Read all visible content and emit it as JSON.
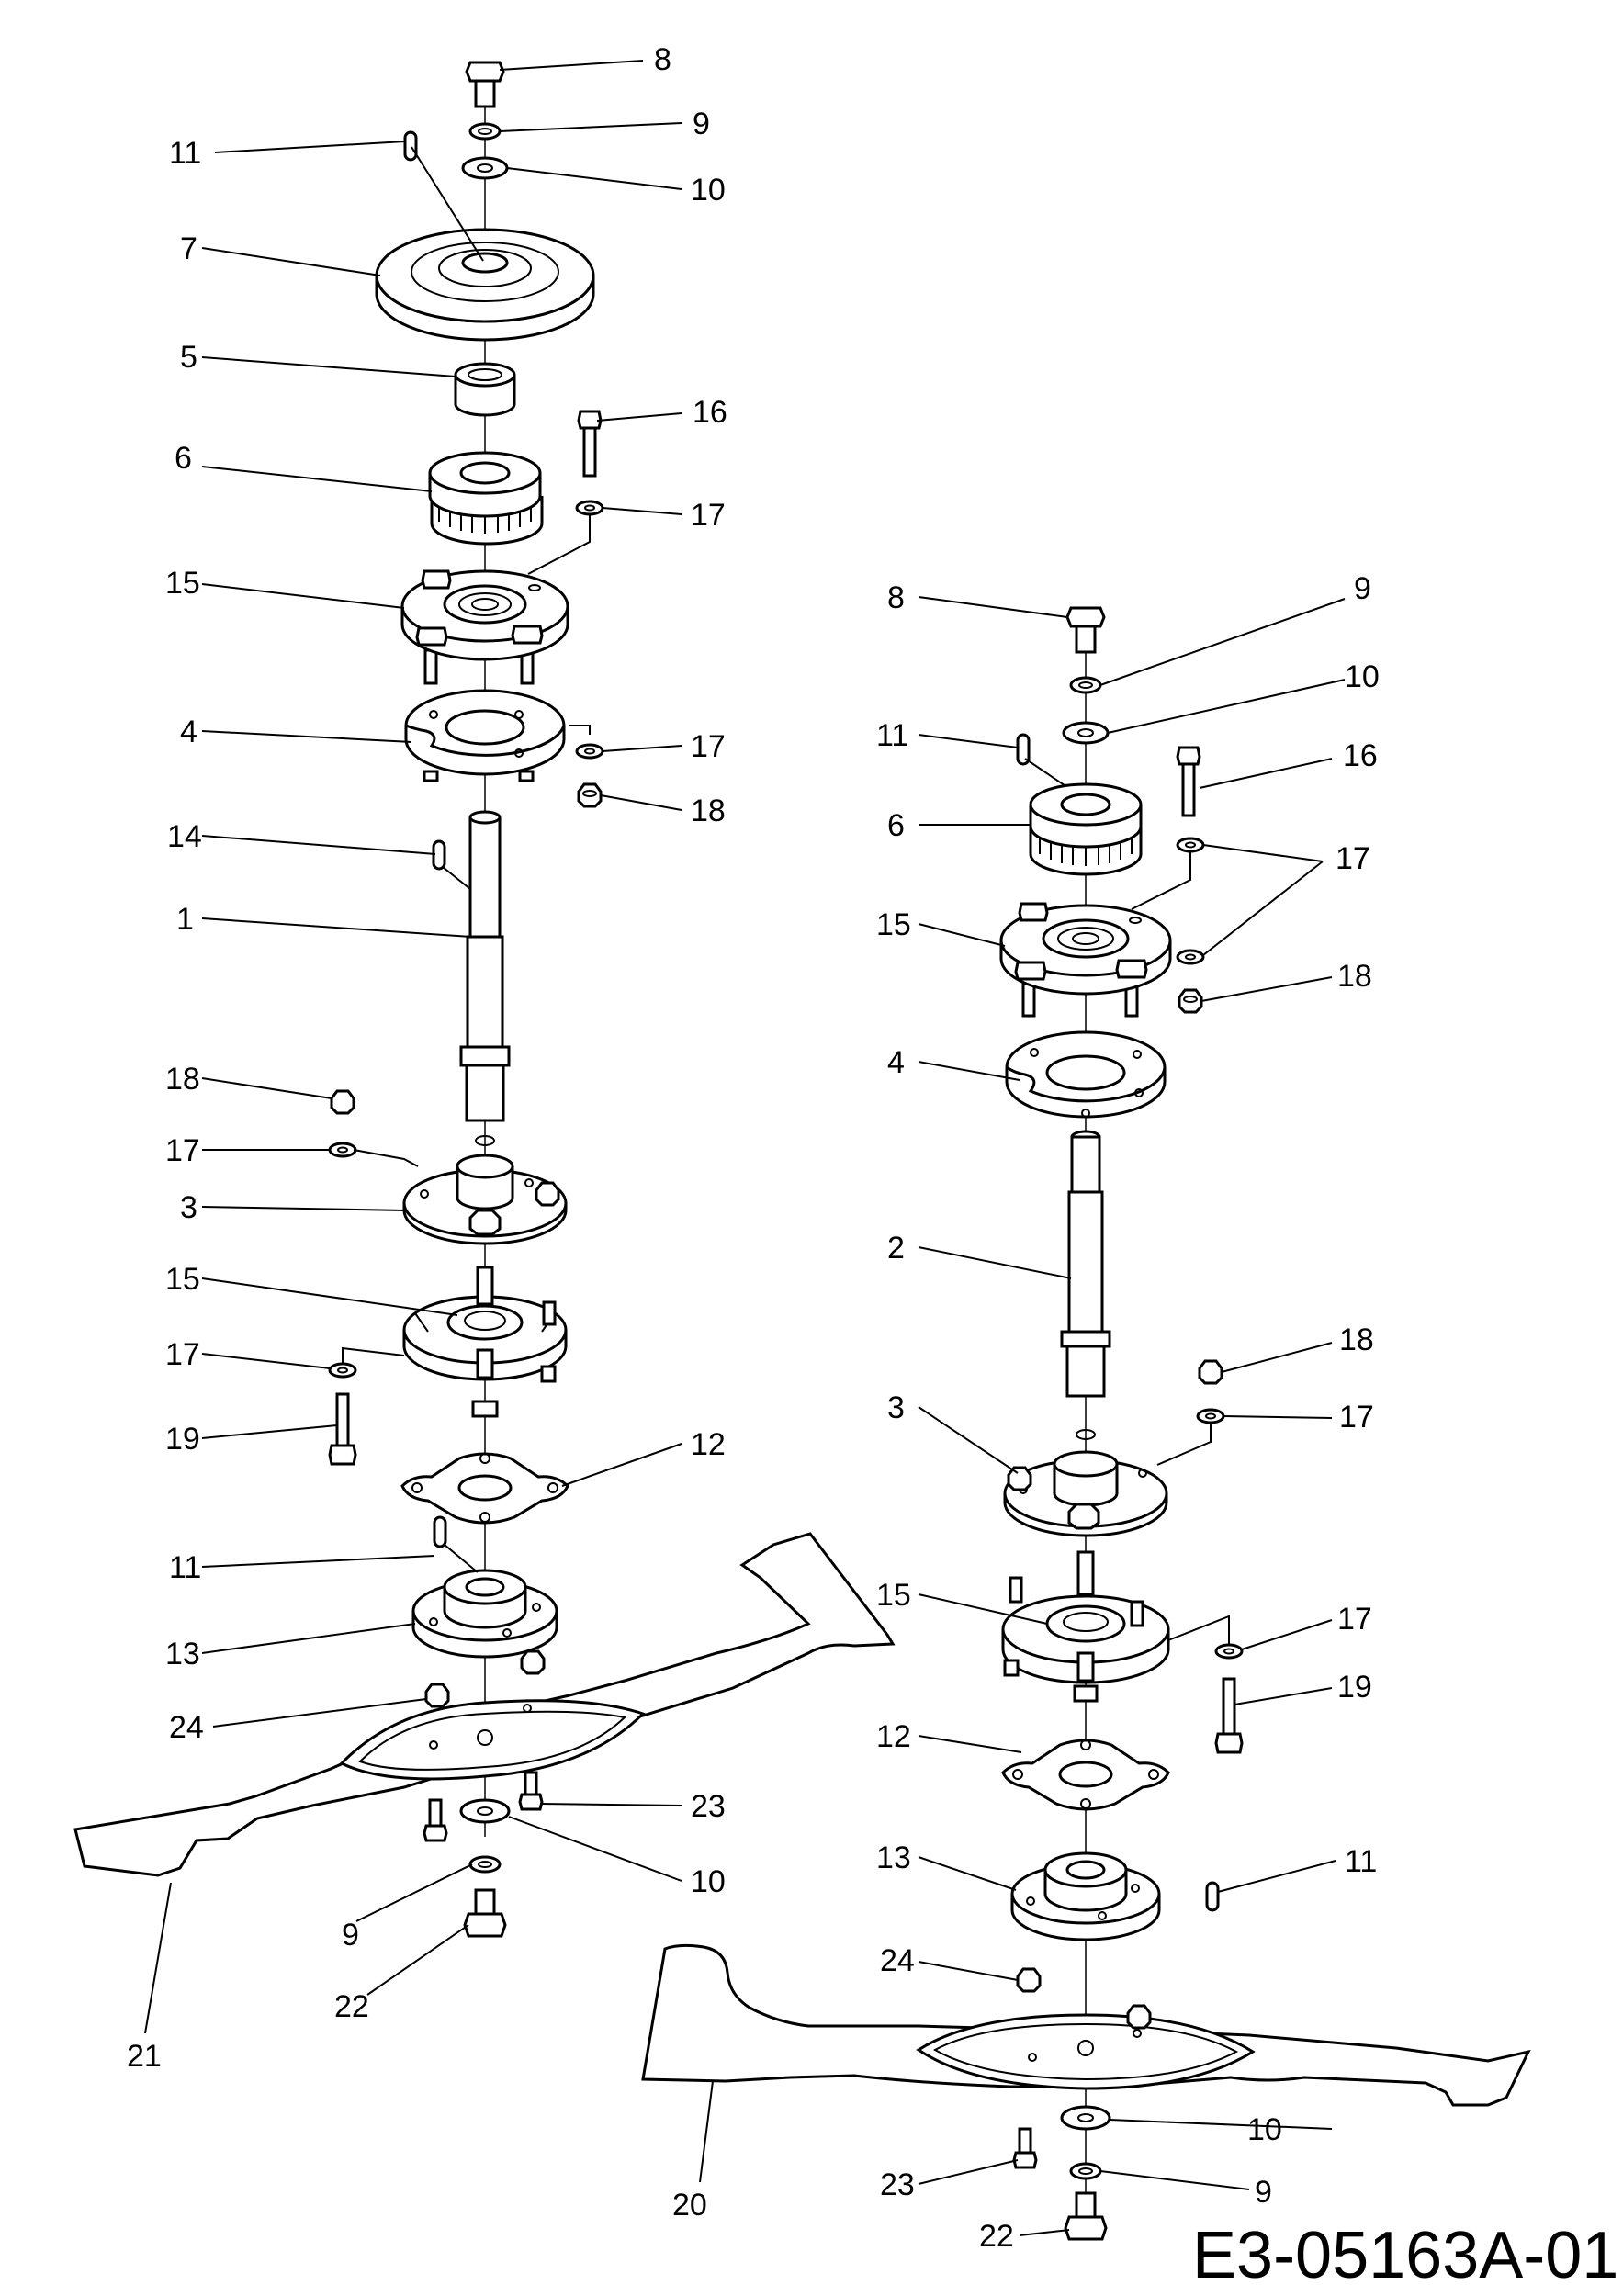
{
  "drawing_number": "E3-05163A-01",
  "left_assembly": {
    "callouts": [
      "8",
      "9",
      "11",
      "10",
      "7",
      "5",
      "6",
      "16",
      "17",
      "15",
      "4",
      "17",
      "18",
      "14",
      "1",
      "18",
      "17",
      "3",
      "15",
      "17",
      "19",
      "12",
      "11",
      "13",
      "24",
      "23",
      "10",
      "9",
      "22",
      "21"
    ]
  },
  "right_assembly": {
    "callouts": [
      "8",
      "9",
      "10",
      "11",
      "16",
      "6",
      "17",
      "15",
      "18",
      "4",
      "2",
      "18",
      "17",
      "3",
      "15",
      "17",
      "19",
      "12",
      "13",
      "11",
      "24",
      "10",
      "20",
      "23",
      "9",
      "22"
    ]
  }
}
